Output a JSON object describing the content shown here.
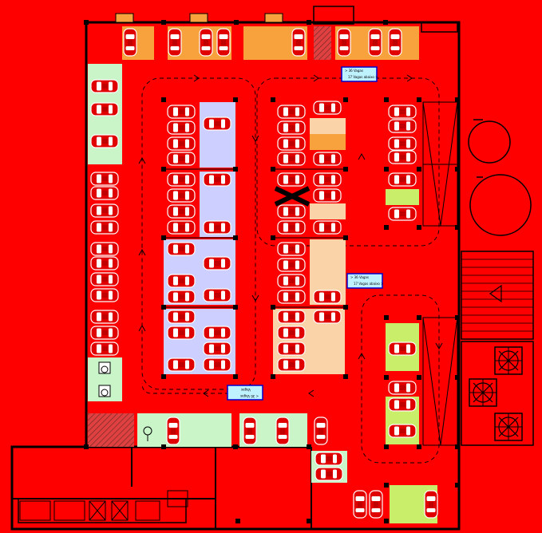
{
  "colors": {
    "background": "#ff0000",
    "stall_orange": "#f7a23c",
    "stall_lavender": "#cdd0ff",
    "stall_peach": "#fbd3a8",
    "stall_green": "#c9f5c9",
    "stall_lime": "#c9ee6a",
    "car_body": "#e00000",
    "car_outline": "#ffffff",
    "sign_fill": "#bff2ff",
    "sign_border": "#0000cc",
    "wall": "#000000"
  },
  "signs": [
    {
      "line1": "> 36 Vagas",
      "line2": "17 Vagas abaixo >"
    },
    {
      "line1": "> 36 Vagas",
      "line2": "17 Vagas abaixo >"
    },
    {
      "line1": "< 36 Vagas",
      "line2": "Vagas"
    }
  ],
  "icons": [
    "car-icon",
    "wheelchair-icon",
    "elderly-icon",
    "fan-icon",
    "water-tank-icon",
    "blocked-x-icon",
    "stair-arrow-icon",
    "direction-arrow-icon"
  ]
}
